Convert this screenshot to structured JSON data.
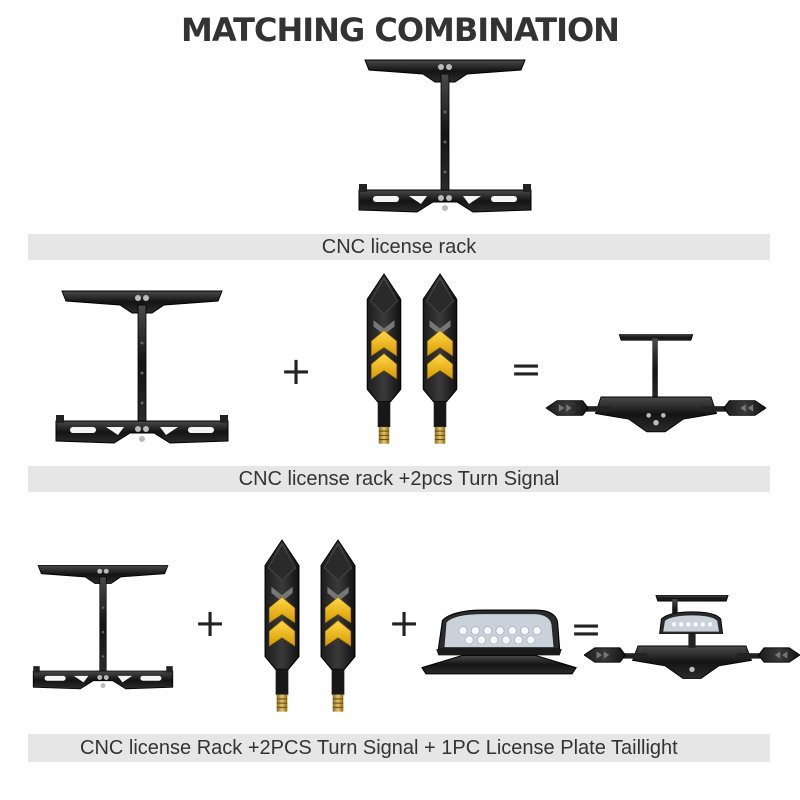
{
  "title": "MATCHING COMBINATION",
  "rows": [
    {
      "label": "CNC license rack"
    },
    {
      "label": "CNC license rack +2pcs Turn Signal",
      "operators": [
        "+",
        "="
      ]
    },
    {
      "label": "CNC license Rack +2PCS Turn Signal  + 1PC License  Plate Taillight",
      "operators": [
        "+",
        "+",
        "="
      ]
    }
  ],
  "products": {
    "rack": "cnc-license-rack",
    "signal": "turn-signal",
    "taillight": "license-plate-taillight"
  },
  "colors": {
    "title": "#333333",
    "label_bar": "#e6e6e6",
    "metal": "#1a1a1a",
    "amber": "#f2b705"
  }
}
